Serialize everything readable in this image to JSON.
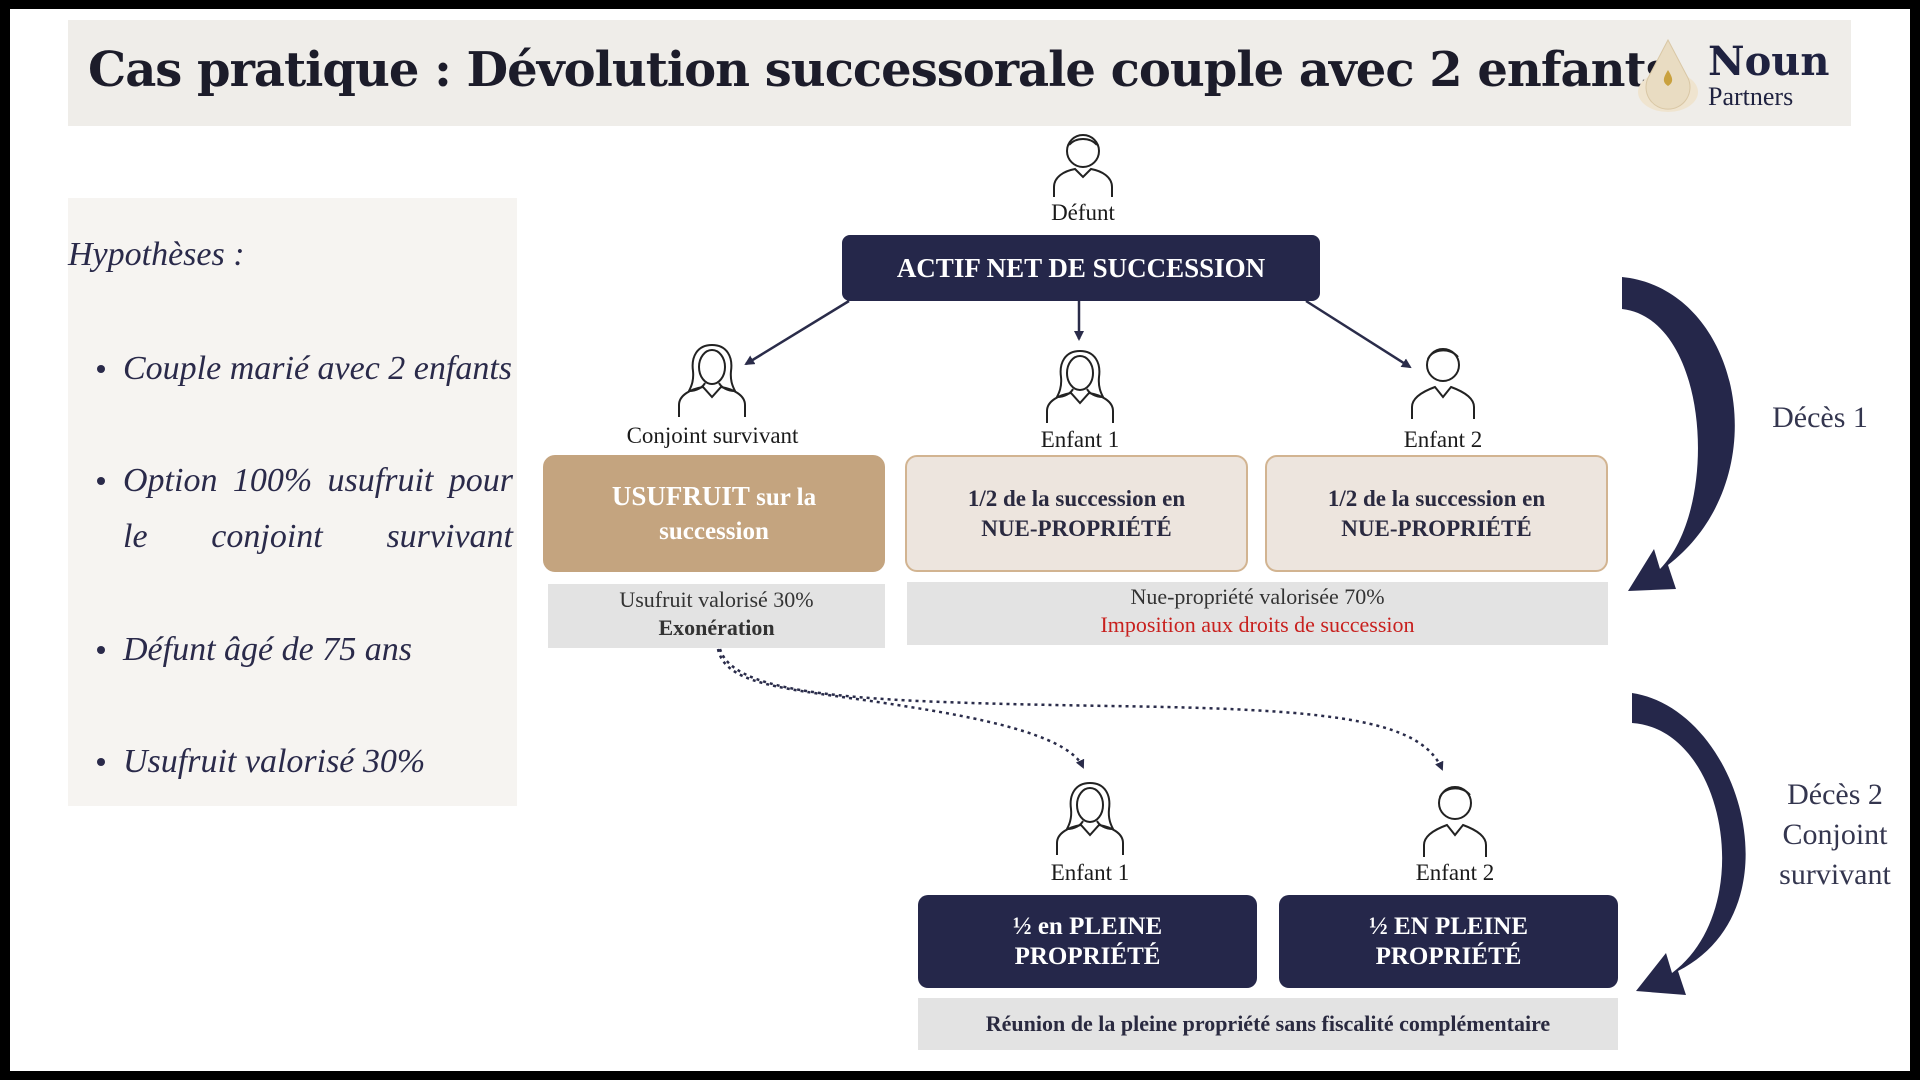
{
  "header": {
    "title": "Cas pratique : Dévolution successorale couple avec 2 enfants",
    "logo_line1": "Noun",
    "logo_line2": "Partners"
  },
  "hypotheses": {
    "title": "Hypothèses :",
    "items": [
      "Couple marié avec 2 enfants",
      "Option 100% usufruit pour le conjoint survivant",
      "Défunt âgé de 75 ans",
      "Usufruit valorisé 30%"
    ]
  },
  "diagram": {
    "defunt_label": "Défunt",
    "actif_net": "ACTIF NET DE SUCCESSION",
    "conjoint_label": "Conjoint survivant",
    "enfant1_label": "Enfant 1",
    "enfant2_label": "Enfant 2",
    "usufruit_box_bold": "USUFRUIT",
    "usufruit_box_rest": " sur la succession",
    "nue_prop_box_1": "1/2 de la succession en NUE-PROPRIÉTÉ",
    "nue_prop_box_2": "1/2 de la succession en NUE-PROPRIÉTÉ",
    "usufruit_note_1": "Usufruit valorisé 30%",
    "usufruit_note_2": "Exonération",
    "nue_note_1": "Nue-propriété valorisée 70%",
    "nue_note_2": "Imposition aux droits de succession",
    "deces1": "Décès 1",
    "deces2_line1": "Décès 2",
    "deces2_line2": "Conjoint",
    "deces2_line3": "survivant",
    "enfant1_label_b": "Enfant 1",
    "enfant2_label_b": "Enfant 2",
    "pleine_prop_1": "½ en PLEINE PROPRIÉTÉ",
    "pleine_prop_2": "½ EN PLEINE PROPRIÉTÉ",
    "reunion_note": "Réunion de la pleine propriété sans fiscalité complémentaire"
  },
  "colors": {
    "navy": "#25274a",
    "tan": "#c4a47f",
    "beige": "#ede5de",
    "red": "#c8201e"
  }
}
